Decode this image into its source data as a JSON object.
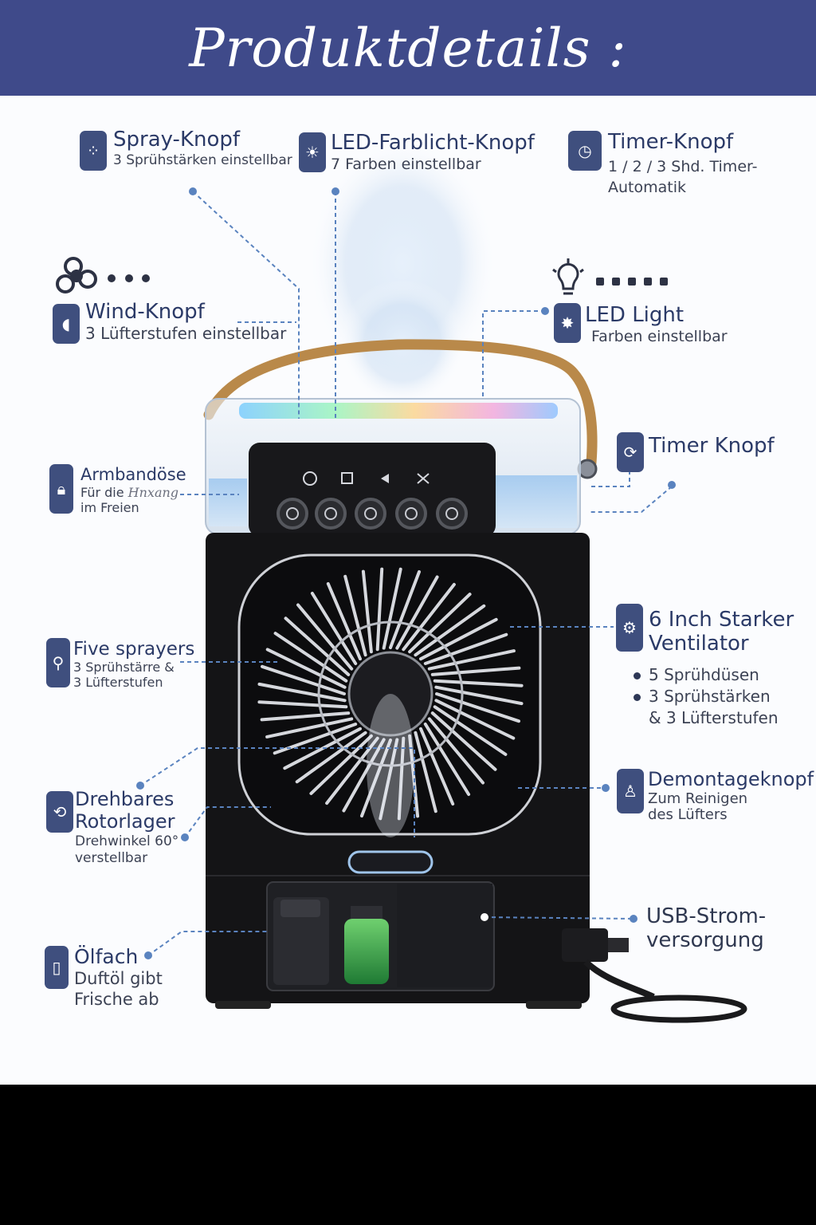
{
  "header": {
    "title": "Produktdetails :"
  },
  "callouts": {
    "spray": {
      "title": "Spray-Knopf",
      "sub": "3 Sprühstärken einstellbar"
    },
    "led_farblicht": {
      "title": "LED-Farblicht-Knopf",
      "sub": "7 Farben einstellbar"
    },
    "timer_top": {
      "title": "Timer-Knopf",
      "sub1": "1 / 2 / 3 Shd. Timer-",
      "sub2": "Automatik"
    },
    "wind": {
      "title": "Wind-Knopf",
      "sub": "3 Lüfterstufen einstellbar"
    },
    "led_light": {
      "title": "LED Light",
      "sub": "Farben einstellbar"
    },
    "armband": {
      "title": "Armbandöse",
      "sub1_prefix": "Für die",
      "sub1_script": "Hnxang",
      "sub2": "im Freien"
    },
    "timer_side": {
      "title": "Timer Knopf"
    },
    "five_sprayers": {
      "title": "Five sprayers",
      "sub1": "3 Sprühstärre &",
      "sub2": "3 Lüfterstufen"
    },
    "ventilator": {
      "title1": "6 Inch Starker",
      "title2": "Ventilator",
      "bullets": [
        "5 Sprühdüsen",
        "3 Sprühstärken"
      ],
      "tail": "& 3 Lüfterstufen"
    },
    "rotor": {
      "title1": "Drehbares",
      "title2": "Rotorlager",
      "sub1": "Drehwinkel 60°",
      "sub2": "verstellbar"
    },
    "demontage": {
      "title": "Demontageknopf",
      "sub1": "Zum Reinigen",
      "sub2": "des Lüfters"
    },
    "usb": {
      "title1": "USB-Strom-",
      "title2": "versorgung"
    },
    "oel": {
      "title": "Ölfach",
      "sub1": "Duftöl gibt",
      "sub2": "Frische ab"
    }
  },
  "colors": {
    "banner": "#3f4a8a",
    "title_text": "#2b3a67",
    "icon_tile": "#3f4f7e",
    "leader": "#5a83bf",
    "device_body": "#141416",
    "handle": "#b9894a"
  },
  "icons": [
    "droplets-icon",
    "sun-icon",
    "clock-icon",
    "fan-icon",
    "wind-icon",
    "bulb-icon",
    "led-icon",
    "lock-icon",
    "timer-icon",
    "sprayer-icon",
    "fan-gear-icon",
    "person-icon",
    "rotate-icon",
    "bottle-icon"
  ]
}
